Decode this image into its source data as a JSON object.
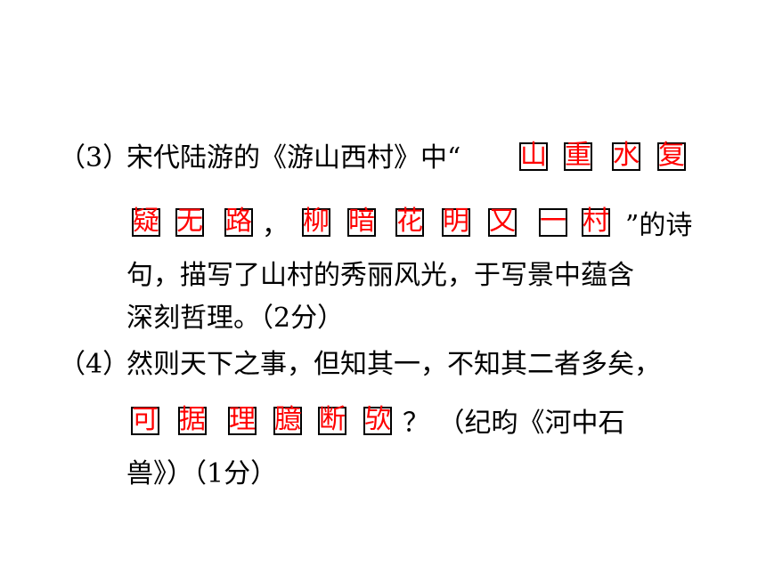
{
  "q3": {
    "label": "（3）",
    "text_line1": "宋代陆游的《游山西村》中“",
    "answer_line1": [
      "山",
      "重",
      "水",
      "复"
    ],
    "answer_line2a": [
      "疑",
      "无",
      "路"
    ],
    "comma": "，",
    "answer_line2b": [
      "柳",
      "暗",
      "花",
      "明",
      "又",
      "一",
      "村"
    ],
    "after_answer": "”的诗",
    "text_line3": "句，描写了山村的秀丽风光，于写景中蕴含",
    "text_line4": "深刻哲理。（2分）"
  },
  "q4": {
    "label": "（4）",
    "text_line1": "然则天下之事，但知其一，不知其二者多矣，",
    "answer": [
      "可",
      "据",
      "理",
      "臆",
      "断",
      "欤"
    ],
    "after_answer": "？ （纪昀《河中石",
    "text_line3": "兽》）（1分）"
  },
  "colors": {
    "answer": "#ff0000",
    "box_border": "#000000",
    "text": "#000000"
  }
}
